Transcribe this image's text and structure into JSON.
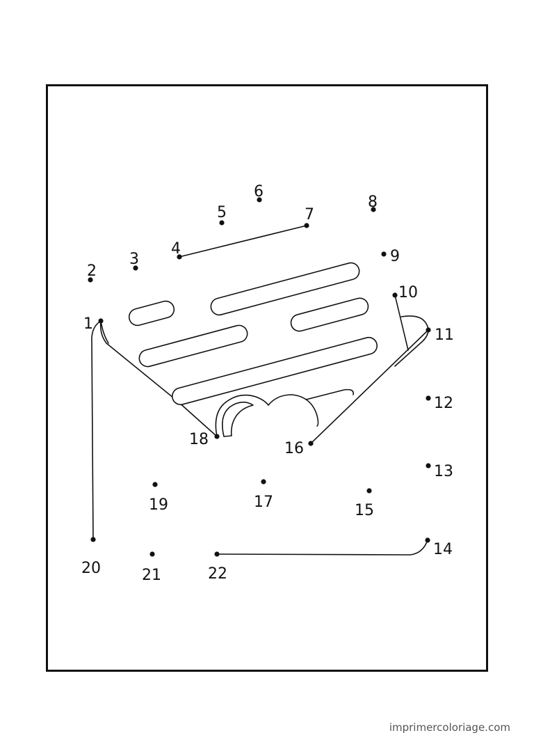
{
  "dots": [
    {
      "label": "1"
    },
    {
      "label": "2"
    },
    {
      "label": "3"
    },
    {
      "label": "4"
    },
    {
      "label": "5"
    },
    {
      "label": "6"
    },
    {
      "label": "7"
    },
    {
      "label": "8"
    },
    {
      "label": "9"
    },
    {
      "label": "10"
    },
    {
      "label": "11"
    },
    {
      "label": "12"
    },
    {
      "label": "13"
    },
    {
      "label": "14"
    },
    {
      "label": "15"
    },
    {
      "label": "16"
    },
    {
      "label": "17"
    },
    {
      "label": "18"
    },
    {
      "label": "19"
    },
    {
      "label": "20"
    },
    {
      "label": "21"
    },
    {
      "label": "22"
    }
  ],
  "watermark": "imprimercoloriage.com",
  "colors": {
    "ink": "#111111",
    "paper": "#ffffff",
    "watermark": "#555555"
  }
}
